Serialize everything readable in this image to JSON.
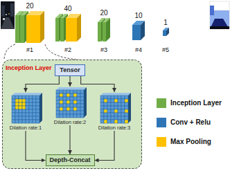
{
  "diagram": {
    "nodes": [
      {
        "text": [
          "Inception Layer"
        ]
      },
      {
        "text": [
          "Tensor"
        ],
        "in": 0
      },
      {
        "text": [
          "Dilation rate:1"
        ],
        "in": 0
      },
      {
        "text": [
          "Dilation rate:2"
        ],
        "in": 0
      },
      {
        "text": [
          "Dilation rate:3"
        ],
        "in": 0
      },
      {
        "text": [
          "Depth-Concat"
        ],
        "in": 0
      }
    ],
    "edges": [
      {
        "from": 1,
        "to": 2,
        "arrow": "to"
      },
      {
        "from": 1,
        "to": 3,
        "arrow": "to"
      },
      {
        "from": 1,
        "to": 4,
        "arrow": "to"
      },
      {
        "from": 2,
        "to": 5,
        "arrow": "to"
      },
      {
        "from": 3,
        "to": 5,
        "arrow": "to"
      },
      {
        "from": 4,
        "to": 5,
        "arrow": "to"
      }
    ],
    "labels": [
      "20",
      "40",
      "20",
      "10",
      "1",
      "#1",
      "#2",
      "#3",
      "#4",
      "#5"
    ],
    "legend": [
      {
        "text": "Inception Layer",
        "color": "#70ad47"
      },
      {
        "text": "Conv + Relu",
        "color": "#2e75b6"
      },
      {
        "text": "Max Pooling",
        "color": "#ffc000"
      }
    ]
  }
}
